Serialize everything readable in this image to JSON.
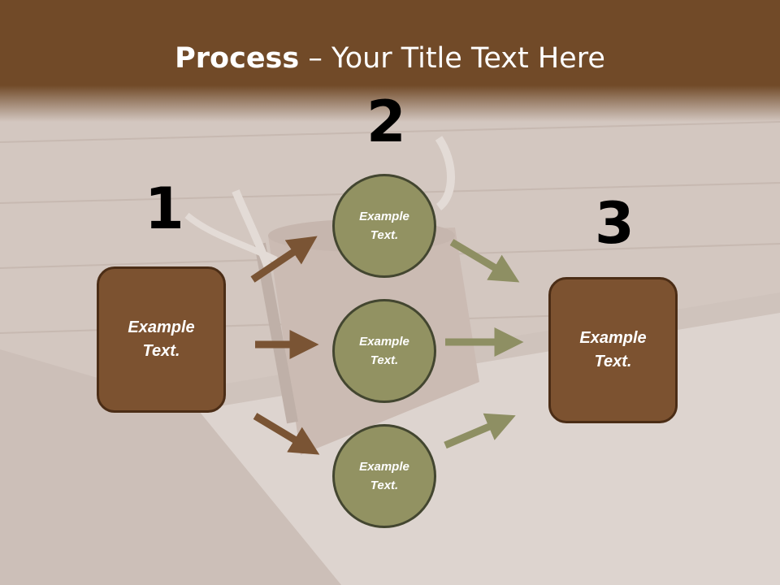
{
  "title": {
    "bold": "Process",
    "rest": " – Your Title Text Here"
  },
  "steps": {
    "one": "1",
    "two": "2",
    "three": "3"
  },
  "left_box": {
    "line1": "Example",
    "line2": "Text."
  },
  "right_box": {
    "line1": "Example",
    "line2": "Text."
  },
  "circles": [
    {
      "line1": "Example",
      "line2": "Text."
    },
    {
      "line1": "Example",
      "line2": "Text."
    },
    {
      "line1": "Example",
      "line2": "Text."
    }
  ],
  "colors": {
    "header": "#714a28",
    "box_fill": "#7c5230",
    "circle_fill": "#929262",
    "arrow_brown": "#7a5434",
    "arrow_olive": "#8e8f63"
  }
}
